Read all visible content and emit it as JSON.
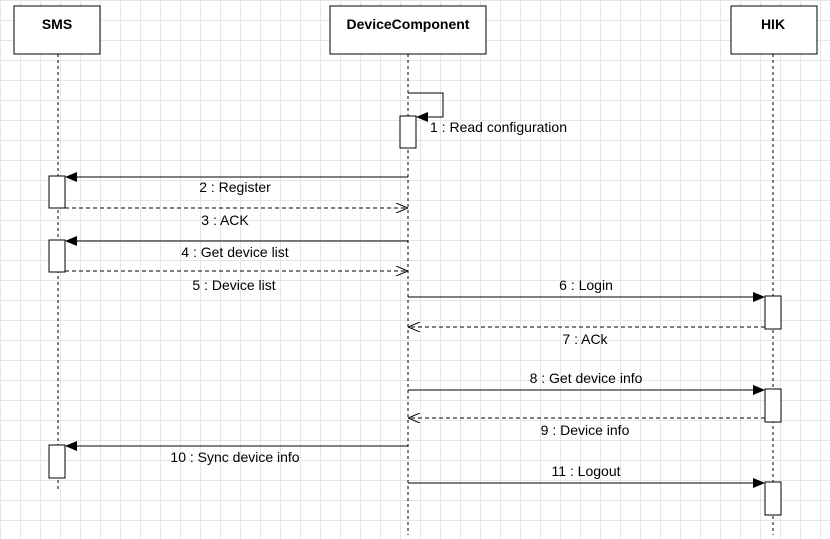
{
  "participants": [
    {
      "id": "sms",
      "label": "SMS"
    },
    {
      "id": "device",
      "label": "DeviceComponent"
    },
    {
      "id": "hik",
      "label": "HIK"
    }
  ],
  "messages": [
    {
      "from": "device",
      "to": "device",
      "label": "1 : Read configuration",
      "kind": "self"
    },
    {
      "from": "device",
      "to": "sms",
      "label": "2 : Register",
      "kind": "call"
    },
    {
      "from": "sms",
      "to": "device",
      "label": "3 : ACK",
      "kind": "return"
    },
    {
      "from": "device",
      "to": "sms",
      "label": "4 : Get device list",
      "kind": "call"
    },
    {
      "from": "sms",
      "to": "device",
      "label": "5 : Device list",
      "kind": "return"
    },
    {
      "from": "device",
      "to": "hik",
      "label": "6 : Login",
      "kind": "call"
    },
    {
      "from": "hik",
      "to": "device",
      "label": "7 : ACk",
      "kind": "return"
    },
    {
      "from": "device",
      "to": "hik",
      "label": "8 : Get device info",
      "kind": "call"
    },
    {
      "from": "hik",
      "to": "device",
      "label": "9 : Device info",
      "kind": "return"
    },
    {
      "from": "device",
      "to": "sms",
      "label": "10 : Sync device info",
      "kind": "call"
    },
    {
      "from": "device",
      "to": "hik",
      "label": "11 : Logout",
      "kind": "call"
    }
  ]
}
